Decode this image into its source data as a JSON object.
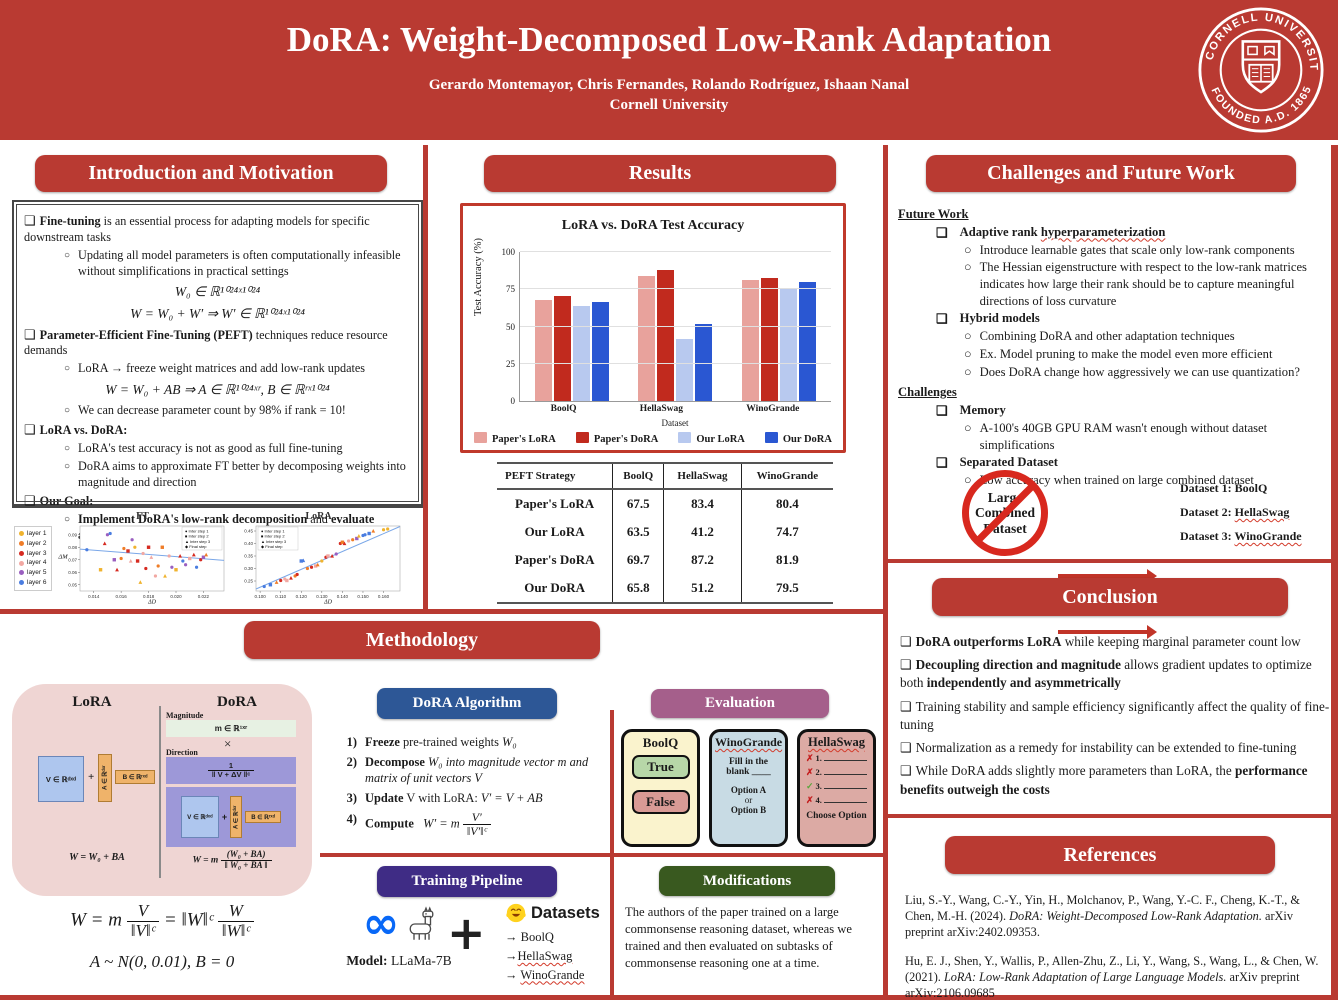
{
  "glyphs": {
    "bullet": "❑",
    "circle": "○",
    "times": "×",
    "plus": "+",
    "arrow": "→"
  },
  "header": {
    "title": "DoRA: Weight-Decomposed Low-Rank Adaptation",
    "authors": "Gerardo Montemayor, Chris Fernandes, Rolando Rodríguez, Ishaan Nanal",
    "affiliation": "Cornell University",
    "seal_top": "CORNELL UNIVERSITY",
    "seal_bottom": "FOUNDED A.D. 1865"
  },
  "intro": {
    "heading": "Introduction and Motivation",
    "b1_bold": "Fine-tuning",
    "b1_rest": " is an essential process for adapting models for specific downstream tasks",
    "b1_sub": "Updating all model parameters is often computationally infeasible without simplifications in practical settings",
    "f1": "W₀ ∈ ℝ¹⁰²⁴ˣ¹⁰²⁴",
    "f2": "W = W₀ + W′  ⇒  W′ ∈ ℝ¹⁰²⁴ˣ¹⁰²⁴",
    "b2_bold": "Parameter-Efficient Fine-Tuning (PEFT)",
    "b2_rest": " techniques reduce resource demands",
    "b2_sub1": "LoRA → freeze weight matrices and add low-rank updates",
    "f3": "W = W₀ + AB  ⇒  A ∈ ℝ¹⁰²⁴ˣʳ, B ∈ ℝʳˣ¹⁰²⁴",
    "b2_sub2": "We can decrease parameter count by 98% if rank = 10!",
    "b3_bold": "LoRA vs. DoRA:",
    "b3_sub1": "LoRA's test accuracy is not as good as full fine-tuning",
    "b3_sub2": "DoRA aims to approximate FT better by decomposing weights into magnitude and direction",
    "b4_bold": "Our Goal:",
    "b4_sub_bold1": "Implement DoRA's low-rank decomposition",
    "b4_sub_mid": " and ",
    "b4_sub_bold2": "evaluate against LoRA"
  },
  "results": {
    "heading": "Results",
    "table": {
      "headers": [
        "PEFT Strategy",
        "BoolQ",
        "HellaSwag",
        "WinoGrande"
      ],
      "rows": [
        [
          "Paper's LoRA",
          "67.5",
          "83.4",
          "80.4"
        ],
        [
          "Our LoRA",
          "63.5",
          "41.2",
          "74.7"
        ],
        [
          "Paper's DoRA",
          "69.7",
          "87.2",
          "81.9"
        ],
        [
          "Our DoRA",
          "65.8",
          "51.2",
          "79.5"
        ]
      ]
    }
  },
  "chart_data": [
    {
      "type": "bar",
      "title": "LoRA vs. DoRA Test Accuracy",
      "categories": [
        "BoolQ",
        "HellaSwag",
        "WinoGrande"
      ],
      "series": [
        {
          "name": "Paper's LoRA",
          "color": "#e8a29c",
          "values": [
            67.5,
            83.4,
            80.4
          ]
        },
        {
          "name": "Paper's DoRA",
          "color": "#c12a1e",
          "values": [
            69.7,
            87.2,
            81.9
          ]
        },
        {
          "name": "Our LoRA",
          "color": "#b8c9ef",
          "values": [
            63.5,
            41.2,
            74.7
          ]
        },
        {
          "name": "Our DoRA",
          "color": "#2a57d2",
          "values": [
            65.8,
            51.2,
            79.5
          ]
        }
      ],
      "xlabel": "Dataset",
      "ylabel": "Test Accuracy (%)",
      "ylim": [
        0,
        100
      ],
      "yticks": [
        0,
        25,
        50,
        75,
        100
      ],
      "grid": true,
      "legend_position": "bottom"
    },
    {
      "type": "scatter",
      "title": "FT",
      "xlabel": "ΔD",
      "ylabel": "ΔM",
      "xlim": [
        0.013,
        0.0235
      ],
      "ylim": [
        0.045,
        0.097
      ],
      "x_ticks": [
        0.014,
        0.016,
        0.018,
        0.02,
        0.022
      ],
      "y_ticks": [
        0.05,
        0.06,
        0.07,
        0.08,
        0.09
      ],
      "trend": [
        0.013,
        0.0785,
        0.0235,
        0.0695
      ],
      "legend_side": "right",
      "legend_layers": [
        "layer 1",
        "layer 2",
        "layer 3",
        "layer 4",
        "layer 5",
        "layer 6"
      ],
      "layer_colors": [
        "#f0b32e",
        "#ef7d28",
        "#d62a20",
        "#f2a8a2",
        "#9a5fc0",
        "#4a7de0"
      ],
      "legend_markers": [
        "Inter step 1",
        "Inter step 2",
        "Inter step 3",
        "Final step"
      ],
      "points": [
        [
          0.0135,
          0.078,
          5
        ],
        [
          0.0145,
          0.062,
          0
        ],
        [
          0.0148,
          0.083,
          2
        ],
        [
          0.015,
          0.09,
          4
        ],
        [
          0.0152,
          0.091,
          5
        ],
        [
          0.0155,
          0.07,
          4
        ],
        [
          0.0157,
          0.062,
          2
        ],
        [
          0.016,
          0.071,
          1
        ],
        [
          0.0162,
          0.079,
          1
        ],
        [
          0.0165,
          0.077,
          2
        ],
        [
          0.0167,
          0.069,
          3
        ],
        [
          0.0168,
          0.086,
          4
        ],
        [
          0.017,
          0.08,
          0
        ],
        [
          0.0172,
          0.069,
          2
        ],
        [
          0.0174,
          0.052,
          0
        ],
        [
          0.0176,
          0.075,
          3
        ],
        [
          0.0178,
          0.063,
          2
        ],
        [
          0.018,
          0.08,
          2
        ],
        [
          0.0182,
          0.072,
          3
        ],
        [
          0.0185,
          0.057,
          3
        ],
        [
          0.0187,
          0.065,
          1
        ],
        [
          0.019,
          0.08,
          1
        ],
        [
          0.0192,
          0.057,
          0
        ],
        [
          0.0195,
          0.073,
          3
        ],
        [
          0.0197,
          0.064,
          4
        ],
        [
          0.02,
          0.062,
          0
        ],
        [
          0.0203,
          0.073,
          2
        ],
        [
          0.0205,
          0.069,
          5
        ],
        [
          0.0207,
          0.066,
          4
        ],
        [
          0.021,
          0.071,
          3
        ],
        [
          0.0213,
          0.074,
          2
        ],
        [
          0.0215,
          0.064,
          5
        ],
        [
          0.0218,
          0.07,
          2
        ],
        [
          0.022,
          0.072,
          4
        ],
        [
          0.0222,
          0.074,
          1
        ]
      ]
    },
    {
      "type": "scatter",
      "title": "LoRA",
      "xlabel": "ΔD",
      "ylabel": "",
      "xlim": [
        0.098,
        0.168
      ],
      "ylim": [
        0.21,
        0.47
      ],
      "x_ticks": [
        0.1,
        0.11,
        0.12,
        0.13,
        0.14,
        0.15,
        0.16
      ],
      "y_ticks": [
        0.25,
        0.3,
        0.35,
        0.4,
        0.45
      ],
      "trend": [
        0.098,
        0.218,
        0.168,
        0.468
      ],
      "legend_side": "left",
      "legend_layers": [
        "layer 1",
        "layer 2",
        "layer 3",
        "layer 4",
        "layer 5",
        "layer 6"
      ],
      "layer_colors": [
        "#f0b32e",
        "#ef7d28",
        "#d62a20",
        "#f2a8a2",
        "#9a5fc0",
        "#4a7de0"
      ],
      "legend_markers": [
        "Inter step 1",
        "Inter step 2",
        "Inter step 3",
        "Final step"
      ],
      "points": [
        [
          0.102,
          0.228,
          5
        ],
        [
          0.105,
          0.235,
          5
        ],
        [
          0.108,
          0.245,
          1
        ],
        [
          0.11,
          0.252,
          2
        ],
        [
          0.112,
          0.258,
          3
        ],
        [
          0.113,
          0.252,
          3
        ],
        [
          0.115,
          0.262,
          2
        ],
        [
          0.117,
          0.27,
          1
        ],
        [
          0.118,
          0.276,
          2
        ],
        [
          0.12,
          0.33,
          5
        ],
        [
          0.121,
          0.332,
          5
        ],
        [
          0.123,
          0.3,
          1
        ],
        [
          0.125,
          0.305,
          2
        ],
        [
          0.127,
          0.31,
          3
        ],
        [
          0.128,
          0.315,
          1
        ],
        [
          0.13,
          0.33,
          0
        ],
        [
          0.132,
          0.345,
          2
        ],
        [
          0.133,
          0.35,
          3
        ],
        [
          0.135,
          0.35,
          2
        ],
        [
          0.137,
          0.358,
          4
        ],
        [
          0.139,
          0.4,
          2
        ],
        [
          0.14,
          0.405,
          1
        ],
        [
          0.141,
          0.4,
          2
        ],
        [
          0.143,
          0.41,
          3
        ],
        [
          0.145,
          0.415,
          1
        ],
        [
          0.147,
          0.42,
          4
        ],
        [
          0.148,
          0.43,
          0
        ],
        [
          0.15,
          0.432,
          5
        ],
        [
          0.151,
          0.435,
          5
        ],
        [
          0.153,
          0.44,
          5
        ],
        [
          0.155,
          0.45,
          1
        ],
        [
          0.16,
          0.455,
          0
        ],
        [
          0.162,
          0.458,
          0
        ]
      ]
    }
  ],
  "challenges": {
    "heading": "Challenges and Future Work",
    "fw_label": "Future Work",
    "fw1_bold": "Adaptive rank ",
    "fw1_wavy": "hyperparameterization",
    "fw1_sub1": "Introduce learnable gates that scale only low-rank components",
    "fw1_sub2": "The Hessian eigenstructure with respect to the low-rank matrices indicates how large their rank should be to capture meaningful directions of loss curvature",
    "fw2_bold": "Hybrid models",
    "fw2_sub1": "Combining DoRA and other adaptation techniques",
    "fw2_sub2": "Ex. Model pruning to make the model even more efficient",
    "fw2_sub3": "Does DoRA change how aggressively we can use quantization?",
    "ch_label": "Challenges",
    "ch1_bold": "Memory",
    "ch1_sub1": "A-100's 40GB GPU RAM wasn't enough without dataset simplifications",
    "ch2_bold": "Separated Dataset",
    "ch2_sub1": "Low accuracy when trained on large combined dataset",
    "no_l1": "Large",
    "no_l2": "Combined",
    "no_l3": "Dataset",
    "ds1_pre": "Dataset 1: ",
    "ds1_name": "BoolQ",
    "ds2_pre": "Dataset 2: ",
    "ds2_name": "HellaSwag",
    "ds3_pre": "Dataset 3: ",
    "ds3_name": "WinoGrande"
  },
  "conclusion": {
    "heading": "Conclusion",
    "c1_bold": "DoRA outperforms LoRA",
    "c1_rest": " while keeping marginal parameter count low",
    "c2_bold": "Decoupling direction and magnitude",
    "c2_rest": " allows gradient updates to optimize both ",
    "c2_bold2": "independently and asymmetrically",
    "c3": "Training stability and sample efficiency significantly affect the quality of fine-tuning",
    "c4": "Normalization as a remedy for instability can be extended to fine-tuning",
    "c5_rest": "While DoRA adds slightly more parameters than LoRA, the ",
    "c5_bold": "performance benefits outweigh the costs"
  },
  "references": {
    "heading": "References",
    "r1_pre": "Liu, S.-Y., Wang, C.-Y., Yin, H., Molchanov, P., Wang, Y.-C. F., Cheng, K.-T., & Chen, M.-H. (2024). ",
    "r1_title": "DoRA: Weight-Decomposed Low-Rank Adaptation.",
    "r1_post": " arXiv preprint arXiv:2402.09353.",
    "r2_pre": "Hu, E. J., Shen, Y., Wallis, P., Allen-Zhu, Z., Li, Y., Wang, S., Wang, L., & Chen, W. (2021). ",
    "r2_title": "LoRA: Low-Rank Adaptation of Large Language Models.",
    "r2_post": " arXiv preprint arXiv:2106.09685"
  },
  "methodology": {
    "heading": "Methodology",
    "diagram": {
      "lora_title": "LoRA",
      "dora_title": "DoRA",
      "magnitude_label": "Magnitude",
      "direction_label": "Direction",
      "m_box": "m ∈ ℝ¹ˣʳ",
      "times": "×",
      "dir_num": "1",
      "dir_den": "‖ V + ΔV ‖ᶜ",
      "v_box": "V ∈ ℝᵈˣᵈ",
      "plus": "+",
      "a_box": "A ∈ ℝᵈˣʳ",
      "b_box": "B ∈ ℝʳˣᵈ",
      "lora_formula": "W = W₀ + BA",
      "dora_f_lhs": "W = m",
      "dora_f_num": "(W₀ + BA)",
      "dora_f_den": "‖ W₀ + BA ‖"
    },
    "f_main_lhs": "W = m",
    "f_main_n1": "V",
    "f_main_d1": "‖V‖ᶜ",
    "f_main_mid": "= ‖W‖ᶜ",
    "f_main_n2": "W",
    "f_main_d2": "‖W‖ᶜ",
    "f_init": "A ~ N(0, 0.01), B = 0",
    "algorithm": {
      "heading": "DoRA Algorithm",
      "s1_n": "1)",
      "s1_bold": "Freeze",
      "s1_rest": " pre-trained weights ",
      "s1_math": "W₀",
      "s2_n": "2)",
      "s2_bold": "Decompose",
      "s2_rest": " W₀ into magnitude vector m and matrix of unit vectors V",
      "s3_n": "3)",
      "s3_bold": "Update",
      "s3_rest": " V with LoRA:  ",
      "s3_math": "V′ = V + AB",
      "s4_n": "4)",
      "s4_bold": "Compute",
      "s4_lhs": "W′ = m",
      "s4_num": "V′",
      "s4_den": "‖V′‖ᶜ"
    },
    "pipeline": {
      "heading": "Training Pipeline",
      "model_label": "Model:",
      "model_value": " LLaMa-7B",
      "datasets_label": "Datasets",
      "d1_arrow": "→ ",
      "d1_name": "BoolQ",
      "d2_arrow": "→",
      "d2_name": "HellaSwag",
      "d3_arrow": "→ ",
      "d3_name": "WinoGrande",
      "plus": "+"
    },
    "evaluation": {
      "heading": "Evaluation",
      "boolq": {
        "title": "BoolQ",
        "true_btn": "True",
        "false_btn": "False"
      },
      "wino": {
        "title": "WinoGrande",
        "fill_1": "Fill in the",
        "fill_2": "blank ____",
        "opt_a": "Option A",
        "or": "or",
        "opt_b": "Option B"
      },
      "hella": {
        "title": "HellaSwag",
        "items": [
          {
            "mark": "✗",
            "label": "1."
          },
          {
            "mark": "✗",
            "label": "2."
          },
          {
            "mark": "✓",
            "label": "3."
          },
          {
            "mark": "✗",
            "label": "4."
          }
        ],
        "choose": "Choose Option"
      }
    },
    "modifications": {
      "heading": "Modifications",
      "text": "The authors of the paper trained on a large commonsense reasoning dataset, whereas we trained and then evaluated on subtasks of commonsense reasoning one at a time."
    }
  }
}
